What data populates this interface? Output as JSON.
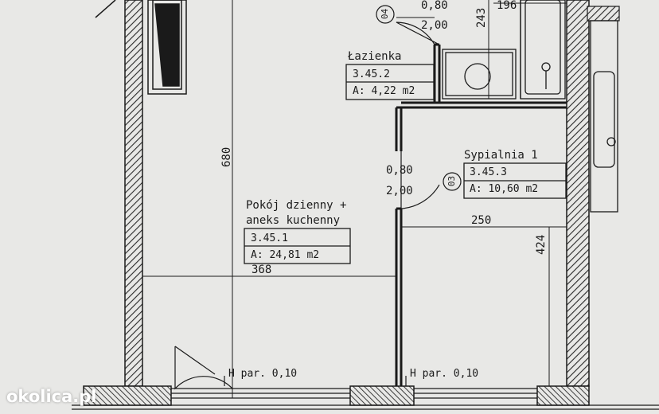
{
  "rooms": [
    {
      "name_line1": "Pokój dzienny +",
      "name_line2": "aneks kuchenny",
      "number": "3.45.1",
      "area": "A: 24,81 m2"
    },
    {
      "name_line1": "Łazienka",
      "name_line2": "",
      "number": "3.45.2",
      "area": "A: 4,22 m2"
    },
    {
      "name_line1": "Sypialnia 1",
      "name_line2": "",
      "number": "3.45.3",
      "area": "A: 10,60 m2"
    }
  ],
  "doors": [
    {
      "id": "04",
      "width": "0,80",
      "height": "2,00"
    },
    {
      "id": "03",
      "width": "0,80",
      "height": "2,00"
    }
  ],
  "dimensions": {
    "d680": "680",
    "d368": "368",
    "d250": "250",
    "d424": "424",
    "d243": "243",
    "d196": "196"
  },
  "sill_notes": [
    "H par. 0,10",
    "H par. 0,10"
  ],
  "watermark": "okolica.pl",
  "colors": {
    "ink": "#1a1a1a",
    "paper": "#e8e8e6",
    "hatch": "#2a2a2a"
  }
}
